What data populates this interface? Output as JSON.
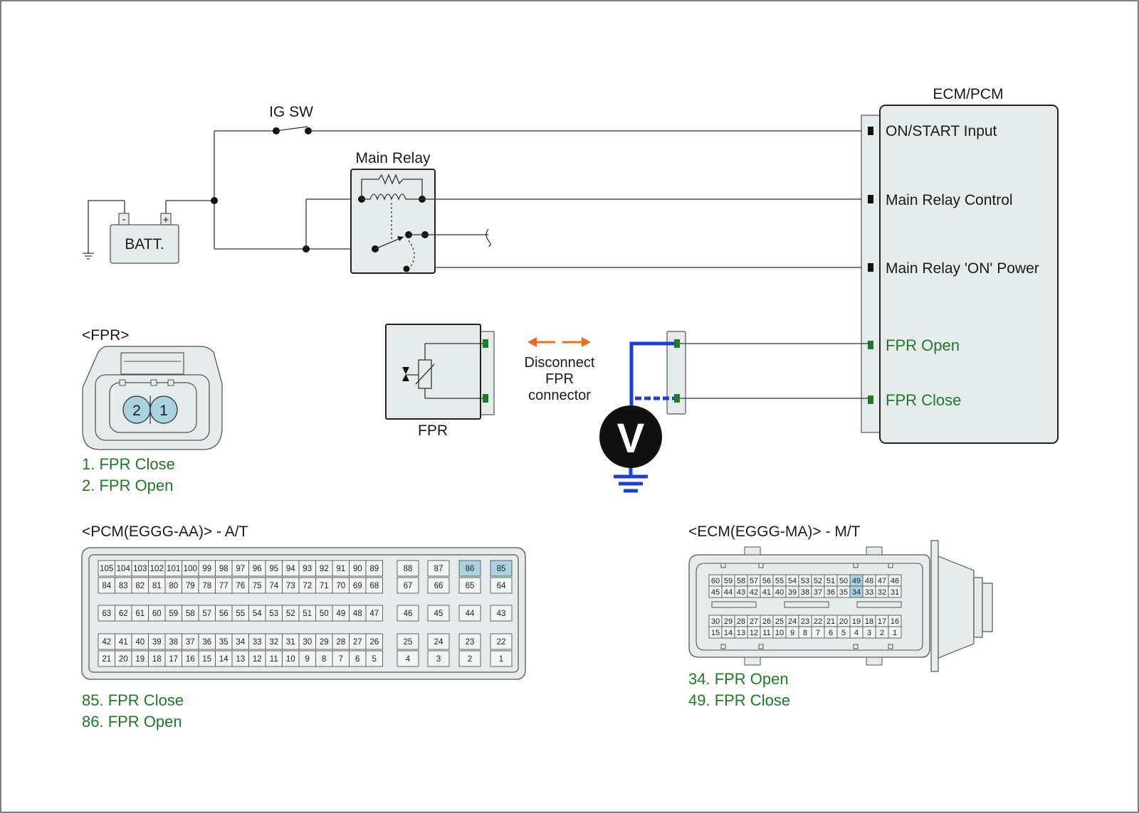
{
  "ig_sw": "IG SW",
  "main_relay": "Main Relay",
  "battery": {
    "label": "BATT.",
    "minus": "-",
    "plus": "+"
  },
  "ecm": {
    "title": "ECM/PCM",
    "terminals": [
      "ON/START Input",
      "Main Relay Control",
      "Main Relay 'ON' Power",
      "FPR Open",
      "FPR Close"
    ]
  },
  "fpr_connector": {
    "title": "<FPR>",
    "pins": [
      "2",
      "1"
    ],
    "legend": [
      "1. FPR Close",
      "2. FPR Open"
    ]
  },
  "fpr_component": "FPR",
  "disconnect_note": [
    "Disconnect",
    "FPR",
    "connector"
  ],
  "voltmeter": "V",
  "pcm_connector": {
    "title": "<PCM(EGGG-AA)> - A/T",
    "legend": [
      "85. FPR Close",
      "86. FPR Open"
    ],
    "highlight": [
      "85",
      "86"
    ]
  },
  "ecm_connector": {
    "title": "<ECM(EGGG-MA)> - M/T",
    "legend": [
      "34. FPR Open",
      "49. FPR Close"
    ],
    "highlight": [
      "34",
      "49"
    ]
  },
  "colors": {
    "green": "#1d7a28",
    "orange": "#ef6a1f",
    "blue": "#1d3fd8",
    "highlight": "#a9d3df",
    "panel": "#e6eceb"
  }
}
